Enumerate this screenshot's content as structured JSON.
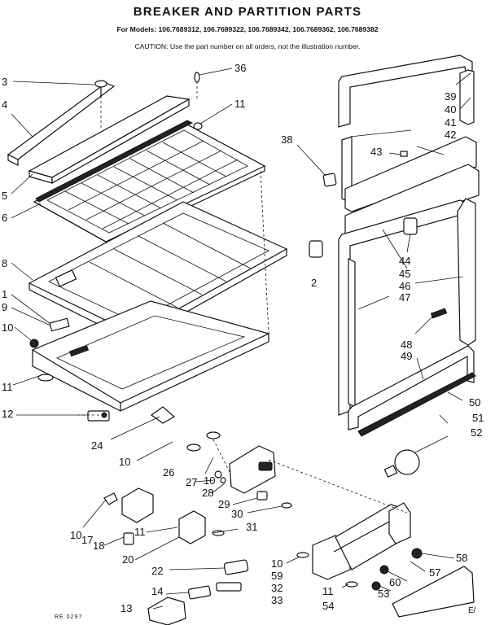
{
  "header": {
    "title": "BREAKER AND PARTITION PARTS",
    "models": "For Models: 106.7689312, 106.7689322, 106.7689342, 106.7689362, 106.7689382",
    "caution": "CAUTION: Use the part number on all orders, not the illustration number."
  },
  "callouts": [
    "3",
    "4",
    "5",
    "6",
    "8",
    "1",
    "9",
    "10",
    "11",
    "12",
    "36",
    "11",
    "38",
    "2",
    "39",
    "40",
    "41",
    "42",
    "43",
    "44",
    "45",
    "46",
    "47",
    "48",
    "49",
    "50",
    "51",
    "52",
    "24",
    "10",
    "26",
    "27",
    "10",
    "28",
    "29",
    "30",
    "10",
    "17",
    "18",
    "11",
    "20",
    "31",
    "22",
    "14",
    "13",
    "10",
    "59",
    "32",
    "33",
    "11",
    "54",
    "53",
    "60",
    "57",
    "58"
  ],
  "footer": {
    "code": "RE 0297",
    "corner": "E/"
  }
}
